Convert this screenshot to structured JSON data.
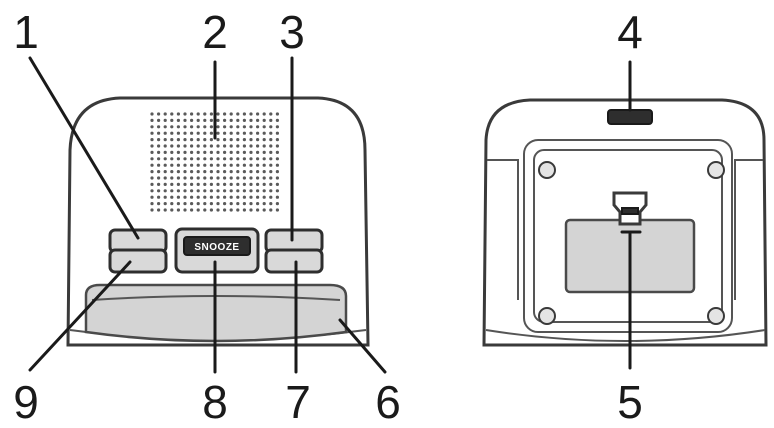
{
  "callouts": {
    "c1": "1",
    "c2": "2",
    "c3": "3",
    "c4": "4",
    "c5": "5",
    "c6": "6",
    "c7": "7",
    "c8": "8",
    "c9": "9"
  },
  "front_view": {
    "snooze_label": "SNOOZE"
  },
  "colors": {
    "line": "#1a1a1a",
    "device_fill": "#ffffff",
    "shade": "#d4d4d4"
  }
}
